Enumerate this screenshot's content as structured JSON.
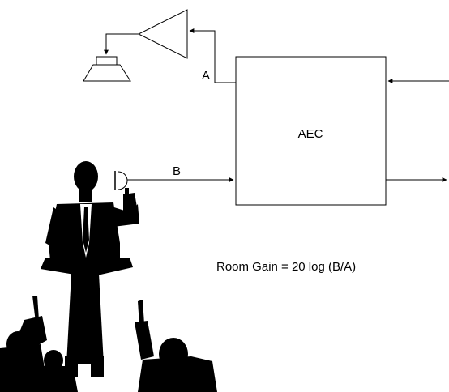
{
  "labels": {
    "block": "AEC",
    "signal_a": "A",
    "signal_b": "B",
    "formula": "Room Gain = 20 log (B/A)"
  },
  "icons": [
    "amplifier-icon",
    "loudspeaker-icon",
    "microphone-icon",
    "speaker-silhouette-icon",
    "audience-silhouette-icon"
  ],
  "colors": {
    "line": "#000000",
    "background": "#ffffff"
  }
}
